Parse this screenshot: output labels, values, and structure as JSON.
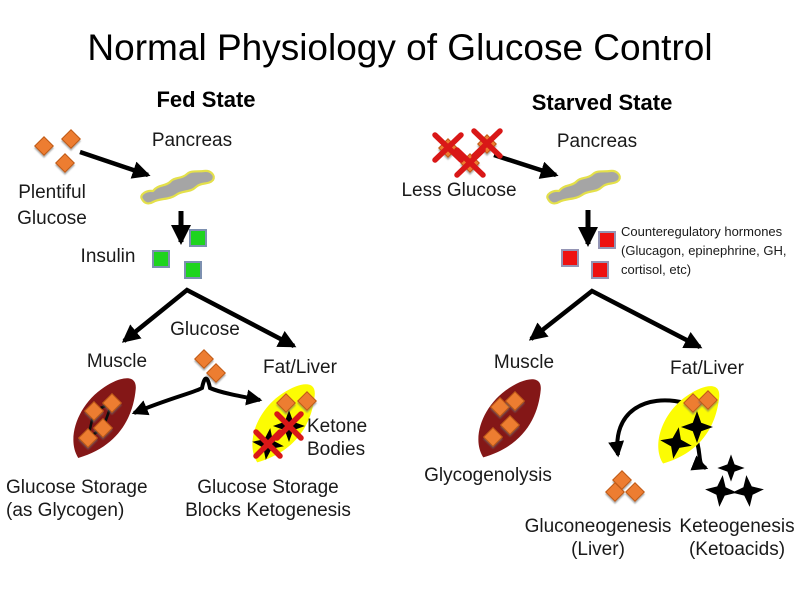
{
  "slide": {
    "title": "Normal Physiology of Glucose Control"
  },
  "fed": {
    "heading": "Fed State",
    "plentiful_line1": "Plentiful",
    "plentiful_line2": "Glucose",
    "pancreas_label": "Pancreas",
    "insulin_label": "Insulin",
    "glucose_label": "Glucose",
    "muscle_label": "Muscle",
    "fat_liver_label": "Fat/Liver",
    "ketone_line1": "Ketone",
    "ketone_line2": "Bodies",
    "storage_glycogen_line1": "Glucose Storage",
    "storage_glycogen_line2": "(as Glycogen)",
    "storage_ketogenesis_line1": "Glucose Storage",
    "storage_ketogenesis_line2": "Blocks Ketogenesis"
  },
  "starved": {
    "heading": "Starved State",
    "less_glucose_label": "Less Glucose",
    "pancreas_label": "Pancreas",
    "hormones_line1": "Counteregulatory hormones",
    "hormones_line2": "(Glucagon, epinephrine, GH,",
    "hormones_line3": "cortisol, etc)",
    "muscle_label": "Muscle",
    "fat_liver_label": "Fat/Liver",
    "glycogenolysis_label": "Glycogenolysis",
    "gluconeogenesis_line1": "Gluconeogenesis",
    "gluconeogenesis_line2": "(Liver)",
    "ketogenesis_line1": "Keteogenesis",
    "ketogenesis_line2": "(Ketoacids)"
  },
  "colors": {
    "glucose_diamond": "#ED7D31",
    "insulin_square": "#1ED41E",
    "hormone_square": "#EE1111",
    "muscle_fill": "#841717",
    "fat_liver_fill": "#FCFC03",
    "pancreas_fill": "#A5A5A5",
    "pancreas_outline": "#E4E04A",
    "cross_red": "#D91717",
    "arrow_black": "#000000"
  }
}
